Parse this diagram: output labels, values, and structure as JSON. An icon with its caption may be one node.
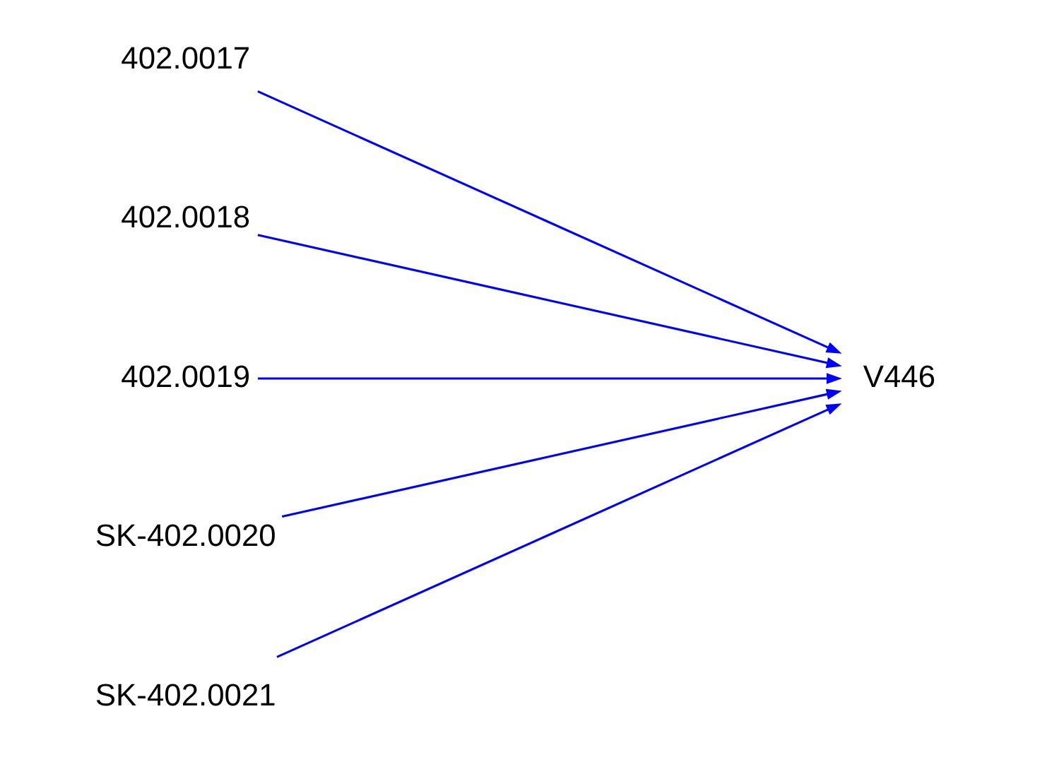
{
  "diagram": {
    "nodes": [
      {
        "text": [
          "402.0017"
        ]
      },
      {
        "text": [
          "402.0018"
        ]
      },
      {
        "text": [
          "402.0019"
        ]
      },
      {
        "text": [
          "SK-402.0020"
        ]
      },
      {
        "text": [
          "SK-402.0021"
        ]
      },
      {
        "text": [
          "V446"
        ]
      }
    ],
    "edges": [
      {
        "from": 0,
        "to": 5,
        "arrow": "to"
      },
      {
        "from": 1,
        "to": 5,
        "arrow": "to"
      },
      {
        "from": 2,
        "to": 5,
        "arrow": "to"
      },
      {
        "from": 3,
        "to": 5,
        "arrow": "to"
      },
      {
        "from": 4,
        "to": 5,
        "arrow": "to"
      }
    ]
  }
}
